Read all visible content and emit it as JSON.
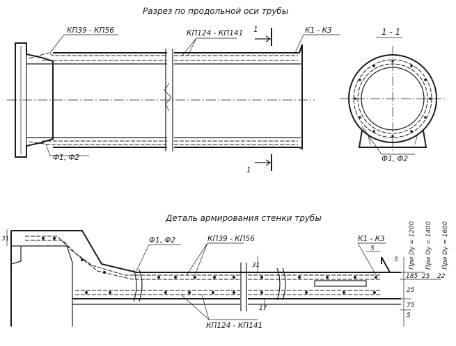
{
  "titles": {
    "section_longitudinal": "Разрез по продольной оси трубы",
    "section_cross": "1 - 1",
    "detail": "Деталь армирования стенки трубы"
  },
  "labels": {
    "kp39_kp56": "КП39 - КП56",
    "kp124_kp141": "КП124 - КП141",
    "k1_k3": "К1 - К3",
    "f1_f2": "Ф1, Ф2",
    "cut_mark": "1",
    "detail_f1_f2": "Ф1, Ф2",
    "detail_kp39_kp56": "КП39 - КП56",
    "detail_k1_k3": "К1 - К3",
    "detail_kp124_kp141": "КП124 - КП141",
    "cross_f1_f2": "Ф1, Ф2"
  },
  "dimensions": {
    "d31_left": "31",
    "d31_mid": "31",
    "d5_top": "5",
    "d5_right": "5",
    "d5_bottom": "5",
    "d17": "17",
    "d185": "185",
    "d25_a": "25",
    "d25_b": "25",
    "d22": "22",
    "d75": "75",
    "note_1200": "При Dу = 1200",
    "note_1400": "При Dу = 1400",
    "note_1600": "При Dу = 1600"
  }
}
